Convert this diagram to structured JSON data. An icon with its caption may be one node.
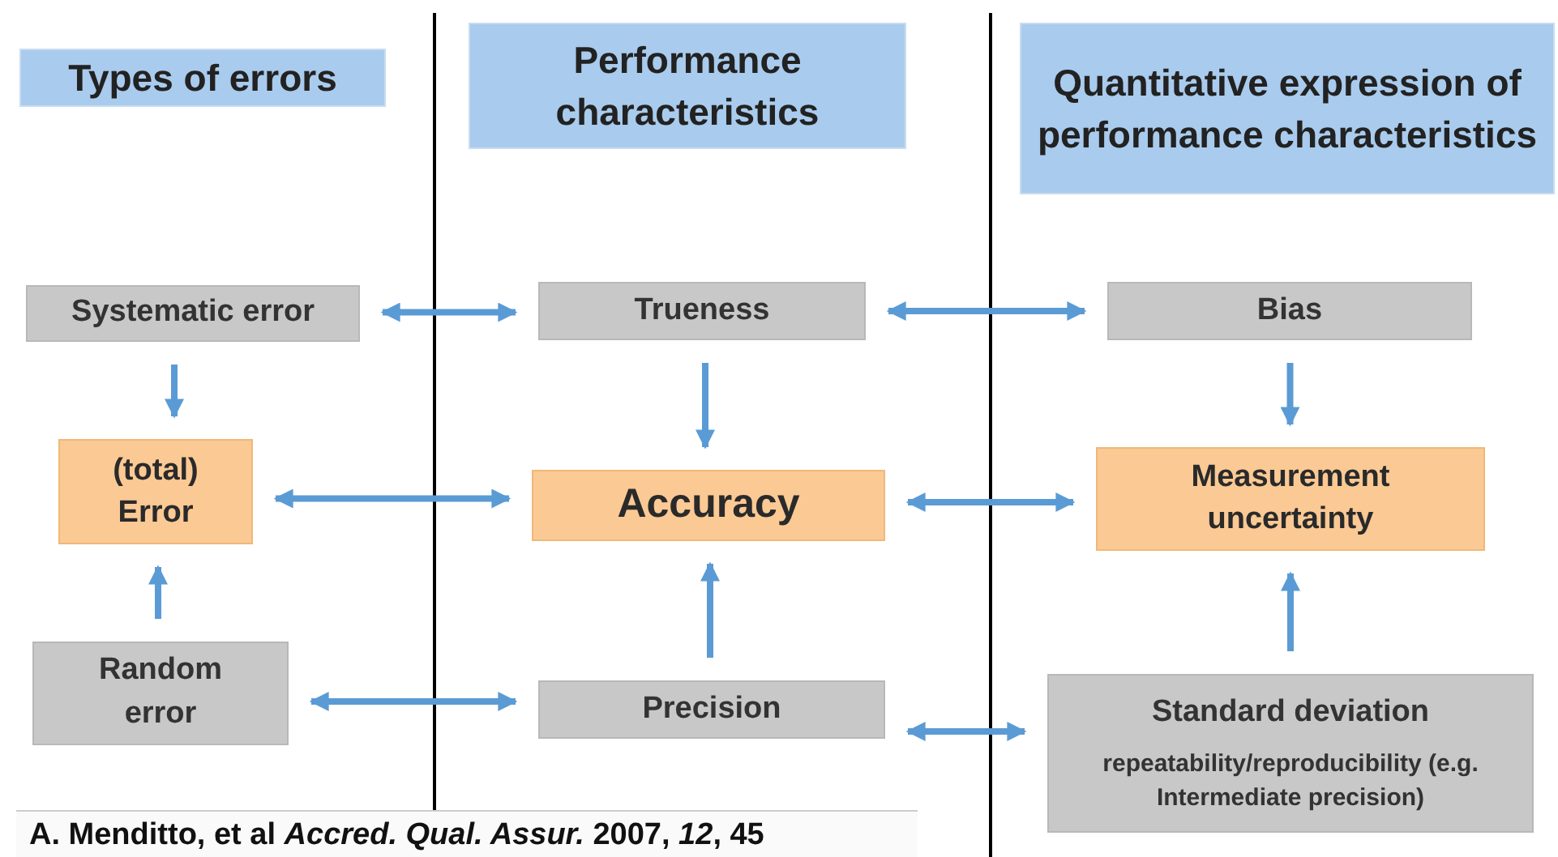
{
  "diagram": {
    "nodes": [
      {
        "text": [
          "Types of errors"
        ]
      },
      {
        "text": [
          "Performance characteristics"
        ]
      },
      {
        "text": [
          "Quantitative expression of performance characteristics"
        ]
      },
      {
        "text": [
          "Systematic error"
        ]
      },
      {
        "text": [
          "Trueness"
        ]
      },
      {
        "text": [
          "Bias"
        ]
      },
      {
        "text": [
          "(total) Error"
        ]
      },
      {
        "text": [
          "Accuracy"
        ]
      },
      {
        "text": [
          "Measurement uncertainty"
        ]
      },
      {
        "text": [
          "Random error"
        ]
      },
      {
        "text": [
          "Precision"
        ]
      },
      {
        "text": [
          "Standard deviation",
          "repeatability/reproducibility (e.g. Intermediate precision)"
        ]
      }
    ],
    "edges": [
      {
        "from": 3,
        "to": 4,
        "arrow": "both"
      },
      {
        "from": 4,
        "to": 5,
        "arrow": "both"
      },
      {
        "from": 6,
        "to": 7,
        "arrow": "both"
      },
      {
        "from": 7,
        "to": 8,
        "arrow": "both"
      },
      {
        "from": 9,
        "to": 10,
        "arrow": "both"
      },
      {
        "from": 10,
        "to": 11,
        "arrow": "both"
      },
      {
        "from": 3,
        "to": 6,
        "arrow": "to"
      },
      {
        "from": 9,
        "to": 6,
        "arrow": "to"
      },
      {
        "from": 4,
        "to": 7,
        "arrow": "to"
      },
      {
        "from": 10,
        "to": 7,
        "arrow": "to"
      },
      {
        "from": 5,
        "to": 8,
        "arrow": "to"
      },
      {
        "from": 11,
        "to": 8,
        "arrow": "to"
      }
    ],
    "labels": [
      "A. Menditto, et al *Accred. Qual. Assur.* 2007, *12*, 45"
    ]
  }
}
